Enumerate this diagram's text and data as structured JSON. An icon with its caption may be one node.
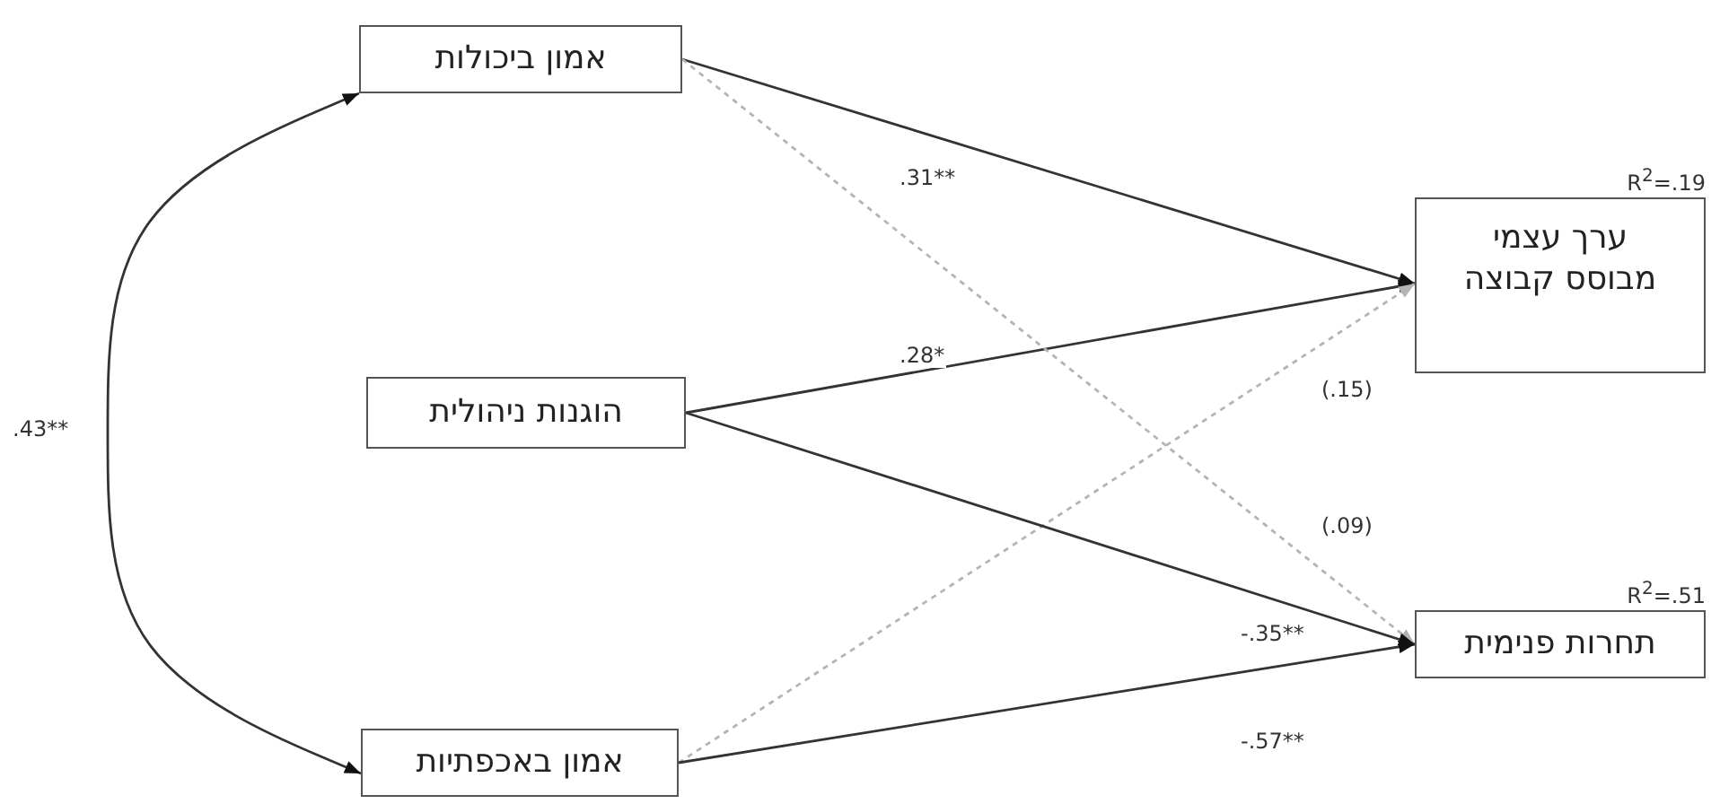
{
  "diagram": {
    "nodes": [
      {
        "text": [
          "אמון ביכולות"
        ]
      },
      {
        "text": [
          "הוגנות ניהולית"
        ]
      },
      {
        "text": [
          "אמון באכפתיות"
        ]
      },
      {
        "text": [
          "ערך עצמי מבוסס קבוצה"
        ],
        "beside": [
          "R$^{2}$=.19"
        ]
      },
      {
        "text": [
          "תחרות פנימית"
        ],
        "beside": [
          "R$^{2}$=.51"
        ]
      }
    ],
    "edges": [
      {
        "from": 0,
        "to": 3,
        "arrow": "to",
        "label": ".31**"
      },
      {
        "from": 1,
        "to": 3,
        "arrow": "to",
        "label": ".28*"
      },
      {
        "from": 2,
        "to": 3,
        "arrow": "to",
        "label": "(.15)",
        "style": "dashed",
        "color": "#b4b4b4"
      },
      {
        "from": 0,
        "to": 4,
        "arrow": "to",
        "label": "(.09)",
        "style": "dashed",
        "color": "#b4b4b4"
      },
      {
        "from": 1,
        "to": 4,
        "arrow": "to",
        "label": "-.35**"
      },
      {
        "from": 2,
        "to": 4,
        "arrow": "to",
        "label": "-.57**"
      },
      {
        "from": 0,
        "to": 2,
        "arrow": "both",
        "label": ".43**"
      }
    ]
  }
}
